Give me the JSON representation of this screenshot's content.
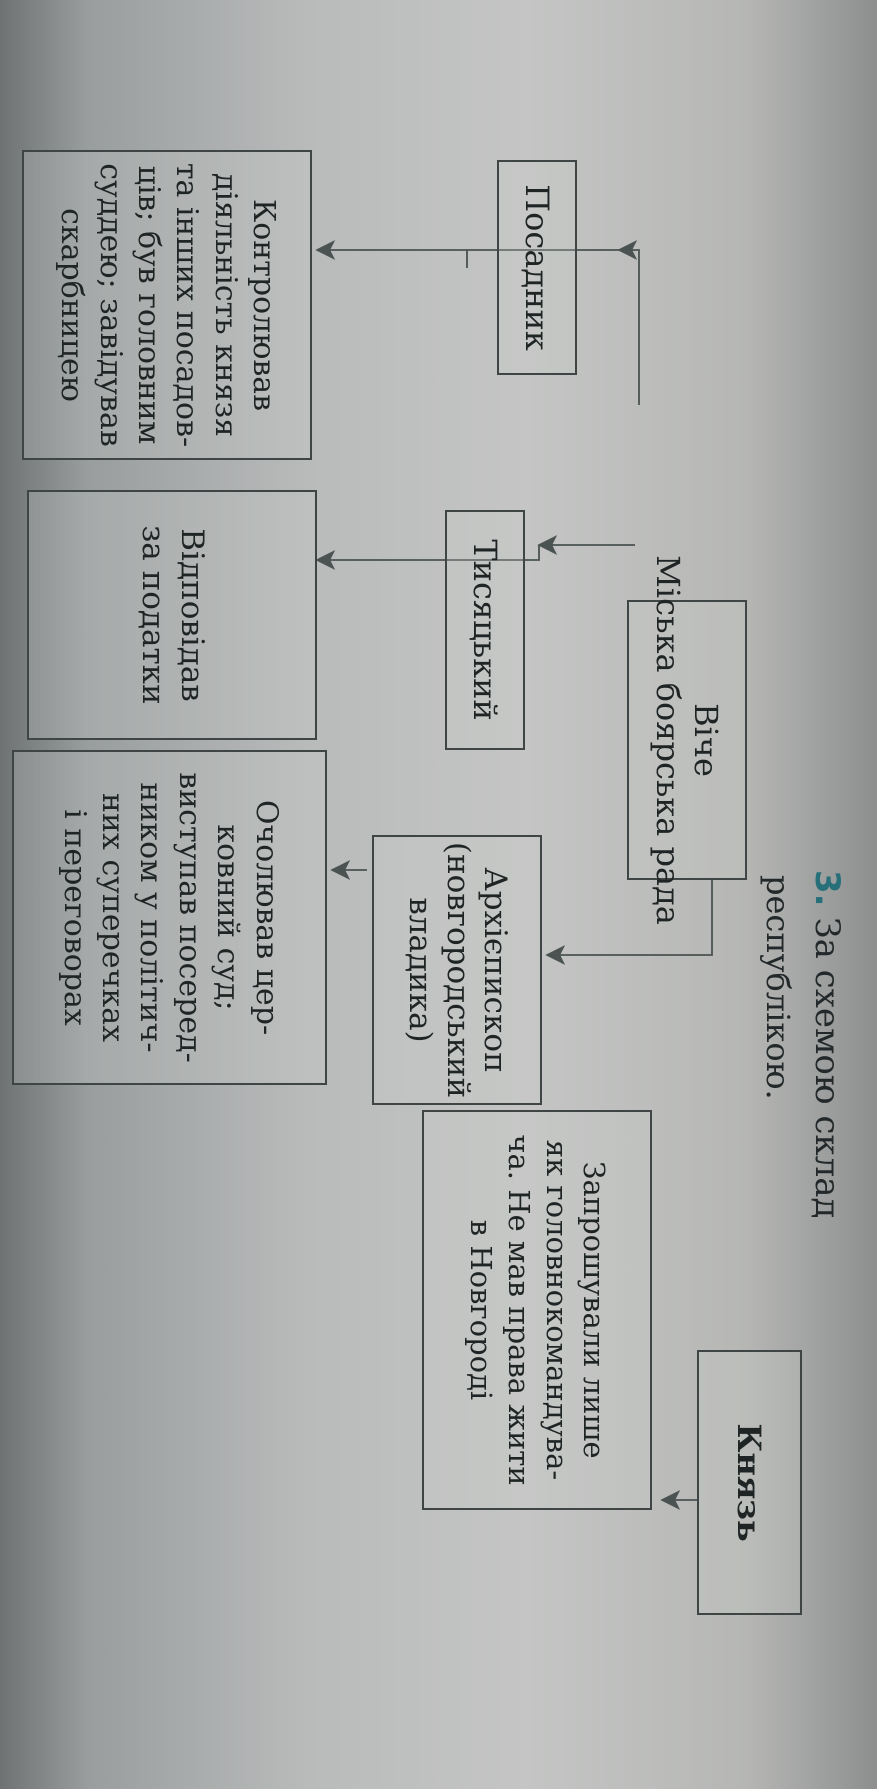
{
  "task": {
    "number": "3.",
    "line1": "За схемою склад",
    "line2": "республікою."
  },
  "boxes": {
    "viche": {
      "title": "Віче",
      "subtitle": "Міська боярська рада"
    },
    "posadnyk": {
      "title": "Посадник"
    },
    "tysiatskyi": {
      "title": "Тисяцький"
    },
    "arkhiiepyskop": {
      "lines": [
        "Архієпископ",
        "(новгородський",
        "владика)"
      ]
    },
    "kniaz": {
      "title": "Князь"
    },
    "posadnyk_desc": {
      "lines": [
        "Контролював",
        "діяльність князя",
        "та інших посадов-",
        "ців; був головним",
        "суддею; завідував",
        "скарбницею"
      ]
    },
    "tysiatskyi_desc": {
      "lines": [
        "Відповідав",
        "за податки"
      ]
    },
    "arkhiiepyskop_desc": {
      "lines": [
        "Очолював цер-",
        "ковний суд;",
        "виступав посеред-",
        "ником у політич-",
        "них суперечках",
        "і переговорах"
      ]
    },
    "kniaz_desc": {
      "lines": [
        "Запрошували лише",
        "як головнокомандува-",
        "ча. Не мав права жити",
        "в Новгороді"
      ]
    }
  },
  "colors": {
    "ink": "#1f2425",
    "arrow": "#4a5252",
    "number": "#27707a"
  }
}
